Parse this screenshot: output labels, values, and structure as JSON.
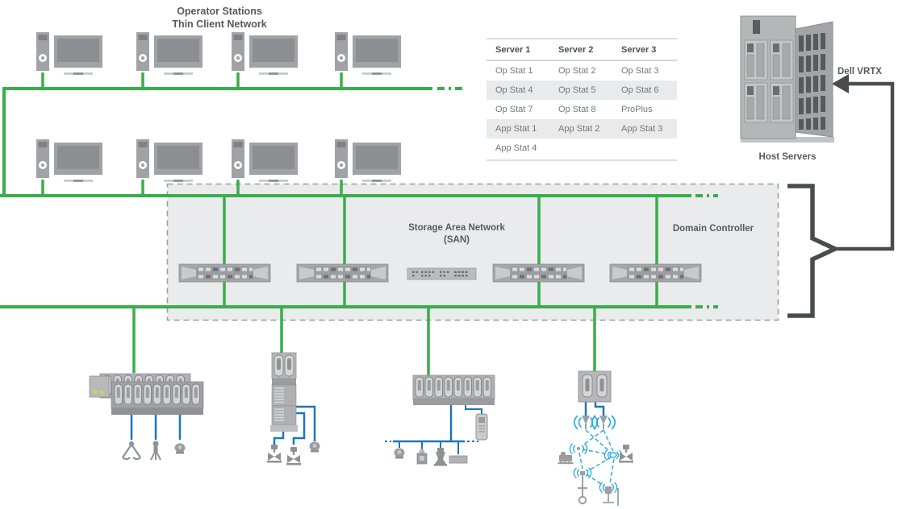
{
  "operator_stations": {
    "title_line1": "Operator Stations",
    "title_line2": "Thin Client Network"
  },
  "server_table": {
    "headers": [
      "Server 1",
      "Server 2",
      "Server 3"
    ],
    "rows": [
      [
        "Op Stat 1",
        "Op Stat 2",
        "Op Stat 3"
      ],
      [
        "Op Stat 4",
        "Op Stat 5",
        "Op Stat 6"
      ],
      [
        "Op Stat 7",
        "Op Stat 8",
        "ProPlus"
      ],
      [
        "App Stat 1",
        "App Stat 2",
        "App Stat 3"
      ],
      [
        "App Stat 4",
        "",
        ""
      ]
    ]
  },
  "san": {
    "label_line1": "Storage Area Network",
    "label_line2": "(SAN)",
    "domain_controller_label": "Domain Controller"
  },
  "host": {
    "dell_label": "Dell VRTX",
    "servers_label": "Host Servers"
  },
  "icons": {
    "workstation": "workstation-icon",
    "rack_server": "rack-server-icon",
    "network_switch": "network-switch-icon",
    "host_chassis": "dell-vrtx-chassis-icon",
    "wireless": "wireless-signal-icon"
  },
  "colors": {
    "network_green": "#3aad4b",
    "field_blue": "#1c76bc",
    "wireless_blue": "#2aabe2",
    "device_gray": "#a0a2a5",
    "text_gray": "#58595b",
    "san_box_fill": "#eaebec",
    "brace_dark": "#4a4b4d",
    "table_shade": "#e9eaeb"
  }
}
